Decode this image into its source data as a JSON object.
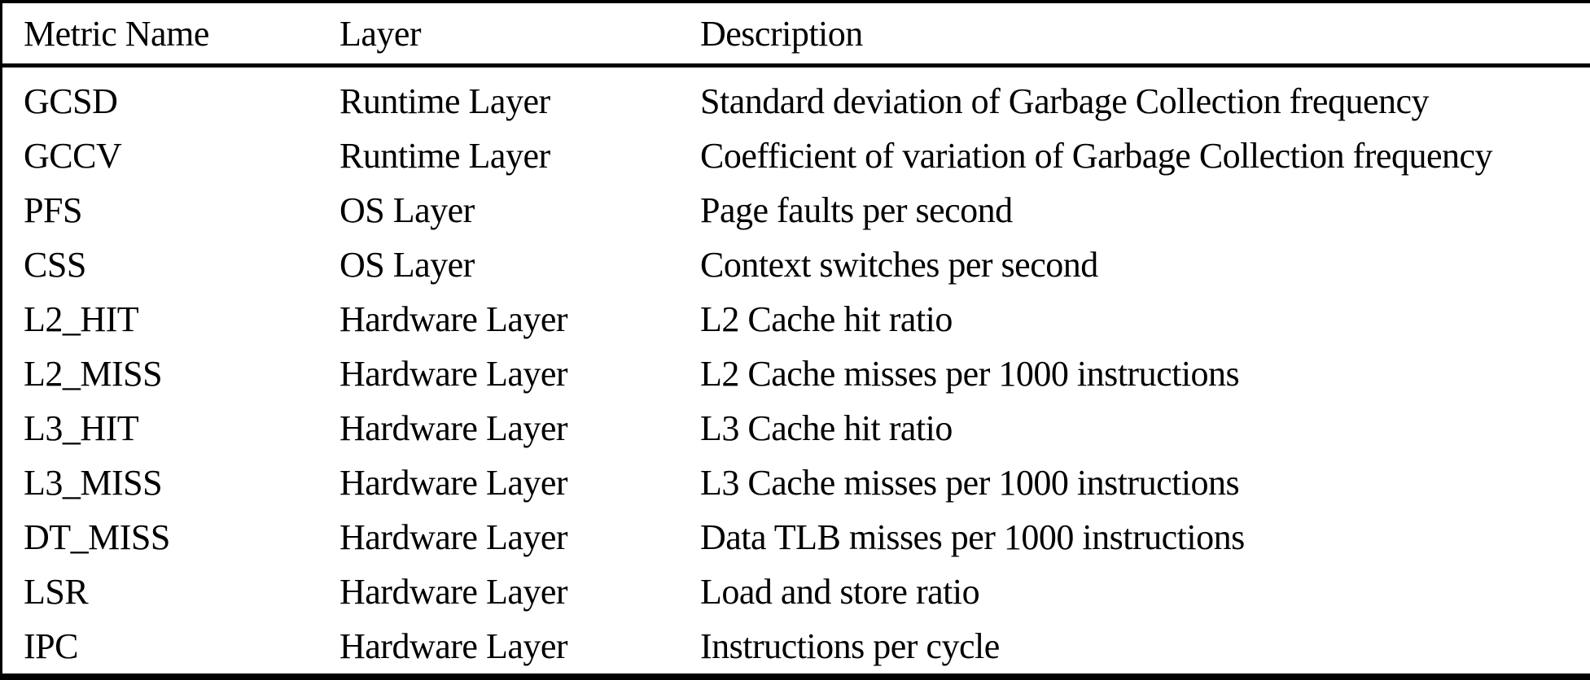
{
  "colors": {
    "text": "#000000",
    "background": "#ffffff",
    "rule": "#000000"
  },
  "table": {
    "headers": {
      "metric": "Metric Name",
      "layer": "Layer",
      "description": "Description"
    },
    "rows": [
      {
        "metric": "GCSD",
        "layer": "Runtime Layer",
        "description": "Standard deviation of Garbage Collection frequency"
      },
      {
        "metric": "GCCV",
        "layer": "Runtime Layer",
        "description": "Coefficient of variation of Garbage Collection frequency"
      },
      {
        "metric": "PFS",
        "layer": "OS Layer",
        "description": "Page faults per second"
      },
      {
        "metric": "CSS",
        "layer": "OS Layer",
        "description": "Context switches per second"
      },
      {
        "metric": "L2_HIT",
        "layer": "Hardware Layer",
        "description": "L2 Cache hit ratio"
      },
      {
        "metric": "L2_MISS",
        "layer": "Hardware Layer",
        "description": "L2 Cache misses per 1000 instructions"
      },
      {
        "metric": "L3_HIT",
        "layer": "Hardware Layer",
        "description": "L3 Cache hit ratio"
      },
      {
        "metric": "L3_MISS",
        "layer": "Hardware Layer",
        "description": "L3 Cache misses per 1000 instructions"
      },
      {
        "metric": "DT_MISS",
        "layer": "Hardware Layer",
        "description": "Data TLB misses per 1000 instructions"
      },
      {
        "metric": "LSR",
        "layer": "Hardware Layer",
        "description": "Load and store ratio"
      },
      {
        "metric": "IPC",
        "layer": "Hardware Layer",
        "description": "Instructions per cycle"
      }
    ]
  }
}
